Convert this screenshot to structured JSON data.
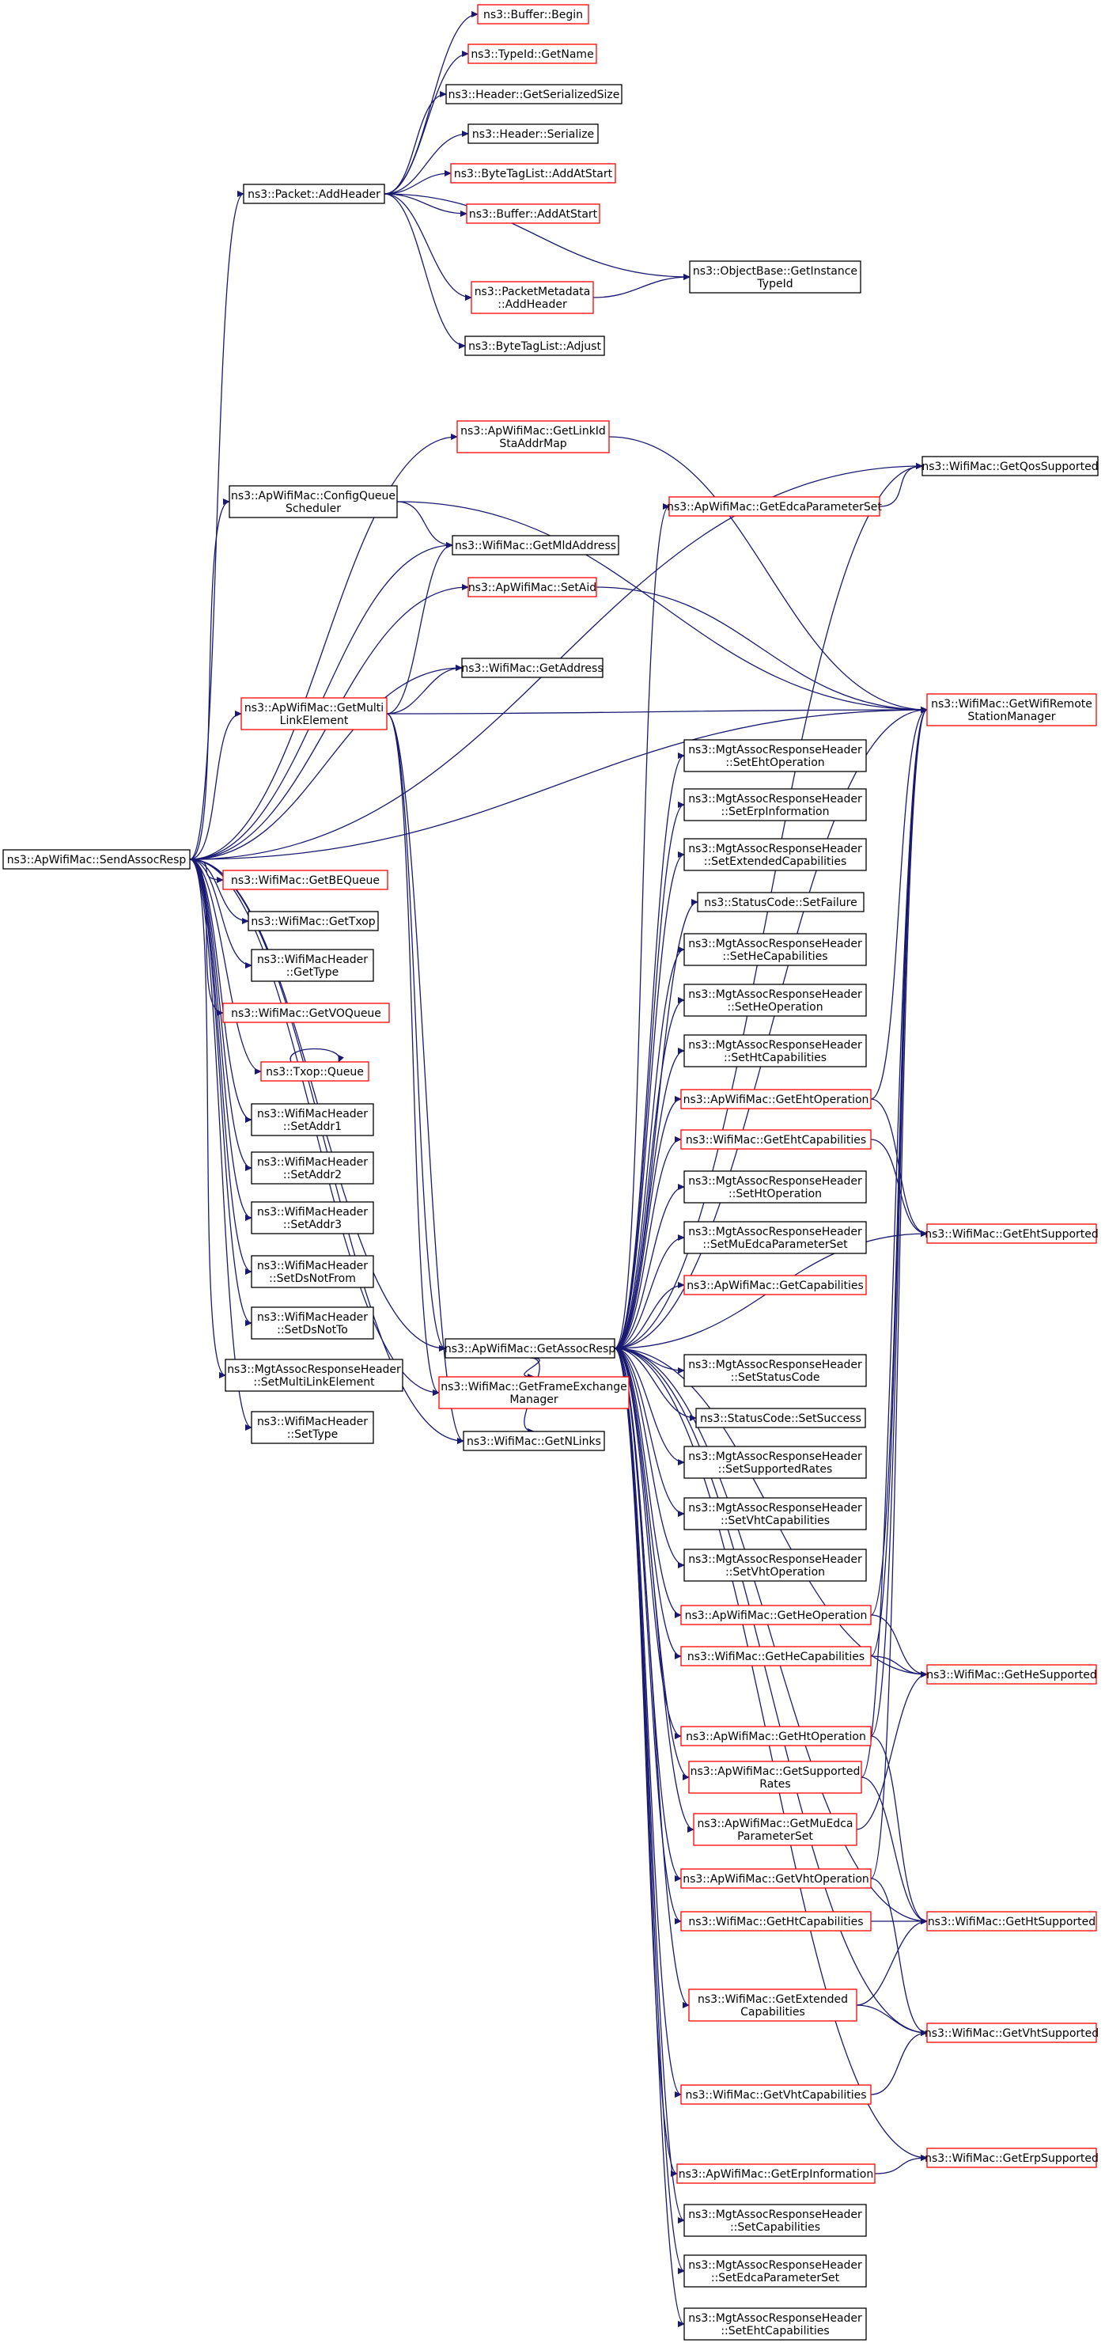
{
  "colors": {
    "edge": "#191970",
    "node_border_normal": "#000000",
    "node_border_red": "#ff0000",
    "node_fill_root": "#bfbfbf",
    "node_fill": "#ffffff"
  },
  "nodes": [
    {
      "id": "root",
      "kind": "root",
      "lines": [
        "ns3::ApWifiMac::SendAssocResp"
      ]
    },
    {
      "id": "addheader",
      "kind": "normal",
      "lines": [
        "ns3::Packet::AddHeader"
      ]
    },
    {
      "id": "bufbegin",
      "kind": "red",
      "lines": [
        "ns3::Buffer::Begin"
      ]
    },
    {
      "id": "typeidname",
      "kind": "red",
      "lines": [
        "ns3::TypeId::GetName"
      ]
    },
    {
      "id": "hdrsersize",
      "kind": "normal",
      "lines": [
        "ns3::Header::GetSerializedSize"
      ]
    },
    {
      "id": "hdrser",
      "kind": "normal",
      "lines": [
        "ns3::Header::Serialize"
      ]
    },
    {
      "id": "btaddatstart",
      "kind": "red",
      "lines": [
        "ns3::ByteTagList::AddAtStart"
      ]
    },
    {
      "id": "bufaddatstart",
      "kind": "red",
      "lines": [
        "ns3::Buffer::AddAtStart"
      ]
    },
    {
      "id": "objgetinst",
      "kind": "normal",
      "lines": [
        "ns3::ObjectBase::GetInstance",
        "TypeId"
      ]
    },
    {
      "id": "pmaddheader",
      "kind": "red",
      "lines": [
        "ns3::PacketMetadata",
        "::AddHeader"
      ]
    },
    {
      "id": "btadjust",
      "kind": "normal",
      "lines": [
        "ns3::ByteTagList::Adjust"
      ]
    },
    {
      "id": "getlinkid",
      "kind": "red",
      "lines": [
        "ns3::ApWifiMac::GetLinkId",
        "StaAddrMap"
      ]
    },
    {
      "id": "qossup",
      "kind": "normal",
      "lines": [
        "ns3::WifiMac::GetQosSupported"
      ]
    },
    {
      "id": "cfgqueue",
      "kind": "normal",
      "lines": [
        "ns3::ApWifiMac::ConfigQueue",
        "Scheduler"
      ]
    },
    {
      "id": "edcaset",
      "kind": "red",
      "lines": [
        "ns3::ApWifiMac::GetEdcaParameterSet"
      ]
    },
    {
      "id": "mldaddr",
      "kind": "normal",
      "lines": [
        "ns3::WifiMac::GetMldAddress"
      ]
    },
    {
      "id": "setaid",
      "kind": "red",
      "lines": [
        "ns3::ApWifiMac::SetAid"
      ]
    },
    {
      "id": "getaddress",
      "kind": "normal",
      "lines": [
        "ns3::WifiMac::GetAddress"
      ]
    },
    {
      "id": "multilink",
      "kind": "red",
      "lines": [
        "ns3::ApWifiMac::GetMulti",
        "LinkElement"
      ]
    },
    {
      "id": "remotestation",
      "kind": "red",
      "lines": [
        "ns3::WifiMac::GetWifiRemote",
        "StationManager"
      ]
    },
    {
      "id": "setehtop",
      "kind": "normal",
      "lines": [
        "ns3::MgtAssocResponseHeader",
        "::SetEhtOperation"
      ]
    },
    {
      "id": "seterpinfo",
      "kind": "normal",
      "lines": [
        "ns3::MgtAssocResponseHeader",
        "::SetErpInformation"
      ]
    },
    {
      "id": "setextcap",
      "kind": "normal",
      "lines": [
        "ns3::MgtAssocResponseHeader",
        "::SetExtendedCapabilities"
      ]
    },
    {
      "id": "setfailure",
      "kind": "normal",
      "lines": [
        "ns3::StatusCode::SetFailure"
      ]
    },
    {
      "id": "sethecap",
      "kind": "normal",
      "lines": [
        "ns3::MgtAssocResponseHeader",
        "::SetHeCapabilities"
      ]
    },
    {
      "id": "setheop",
      "kind": "normal",
      "lines": [
        "ns3::MgtAssocResponseHeader",
        "::SetHeOperation"
      ]
    },
    {
      "id": "sethtcap",
      "kind": "normal",
      "lines": [
        "ns3::MgtAssocResponseHeader",
        "::SetHtCapabilities"
      ]
    },
    {
      "id": "getbequeue",
      "kind": "red",
      "lines": [
        "ns3::WifiMac::GetBEQueue"
      ]
    },
    {
      "id": "gettxop",
      "kind": "normal",
      "lines": [
        "ns3::WifiMac::GetTxop"
      ]
    },
    {
      "id": "gettype",
      "kind": "normal",
      "lines": [
        "ns3::WifiMacHeader",
        "::GetType"
      ]
    },
    {
      "id": "getvoqueue",
      "kind": "red",
      "lines": [
        "ns3::WifiMac::GetVOQueue"
      ]
    },
    {
      "id": "txopqueue",
      "kind": "red",
      "lines": [
        "ns3::Txop::Queue"
      ]
    },
    {
      "id": "setaddr1",
      "kind": "normal",
      "lines": [
        "ns3::WifiMacHeader",
        "::SetAddr1"
      ]
    },
    {
      "id": "setaddr2",
      "kind": "normal",
      "lines": [
        "ns3::WifiMacHeader",
        "::SetAddr2"
      ]
    },
    {
      "id": "setaddr3",
      "kind": "normal",
      "lines": [
        "ns3::WifiMacHeader",
        "::SetAddr3"
      ]
    },
    {
      "id": "setdsnotfrom",
      "kind": "normal",
      "lines": [
        "ns3::WifiMacHeader",
        "::SetDsNotFrom"
      ]
    },
    {
      "id": "setdsnotto",
      "kind": "normal",
      "lines": [
        "ns3::WifiMacHeader",
        "::SetDsNotTo"
      ]
    },
    {
      "id": "setmultilink",
      "kind": "normal",
      "lines": [
        "ns3::MgtAssocResponseHeader",
        "::SetMultiLinkElement"
      ]
    },
    {
      "id": "settype",
      "kind": "normal",
      "lines": [
        "ns3::WifiMacHeader",
        "::SetType"
      ]
    },
    {
      "id": "getehtop",
      "kind": "red",
      "lines": [
        "ns3::ApWifiMac::GetEhtOperation"
      ]
    },
    {
      "id": "getehtcap",
      "kind": "red",
      "lines": [
        "ns3::WifiMac::GetEhtCapabilities"
      ]
    },
    {
      "id": "ehtsup",
      "kind": "red",
      "lines": [
        "ns3::WifiMac::GetEhtSupported"
      ]
    },
    {
      "id": "sethtop",
      "kind": "normal",
      "lines": [
        "ns3::MgtAssocResponseHeader",
        "::SetHtOperation"
      ]
    },
    {
      "id": "setmuedca",
      "kind": "normal",
      "lines": [
        "ns3::MgtAssocResponseHeader",
        "::SetMuEdcaParameterSet"
      ]
    },
    {
      "id": "getcap",
      "kind": "red",
      "lines": [
        "ns3::ApWifiMac::GetCapabilities"
      ]
    },
    {
      "id": "assocresp",
      "kind": "normal",
      "lines": [
        "ns3::ApWifiMac::GetAssocResp"
      ]
    },
    {
      "id": "fem",
      "kind": "red",
      "lines": [
        "ns3::WifiMac::GetFrameExchange",
        "Manager"
      ]
    },
    {
      "id": "getnlinks",
      "kind": "normal",
      "lines": [
        "ns3::WifiMac::GetNLinks"
      ]
    },
    {
      "id": "setstatuscode",
      "kind": "normal",
      "lines": [
        "ns3::MgtAssocResponseHeader",
        "::SetStatusCode"
      ]
    },
    {
      "id": "setsuccess",
      "kind": "normal",
      "lines": [
        "ns3::StatusCode::SetSuccess"
      ]
    },
    {
      "id": "setsuprates",
      "kind": "normal",
      "lines": [
        "ns3::MgtAssocResponseHeader",
        "::SetSupportedRates"
      ]
    },
    {
      "id": "setvhtcap",
      "kind": "normal",
      "lines": [
        "ns3::MgtAssocResponseHeader",
        "::SetVhtCapabilities"
      ]
    },
    {
      "id": "setvhtop",
      "kind": "normal",
      "lines": [
        "ns3::MgtAssocResponseHeader",
        "::SetVhtOperation"
      ]
    },
    {
      "id": "getheop",
      "kind": "red",
      "lines": [
        "ns3::ApWifiMac::GetHeOperation"
      ]
    },
    {
      "id": "gethecap",
      "kind": "red",
      "lines": [
        "ns3::WifiMac::GetHeCapabilities"
      ]
    },
    {
      "id": "hesup",
      "kind": "red",
      "lines": [
        "ns3::WifiMac::GetHeSupported"
      ]
    },
    {
      "id": "gethtop",
      "kind": "red",
      "lines": [
        "ns3::ApWifiMac::GetHtOperation"
      ]
    },
    {
      "id": "getsuprates",
      "kind": "red",
      "lines": [
        "ns3::ApWifiMac::GetSupported",
        "Rates"
      ]
    },
    {
      "id": "getmuedca",
      "kind": "red",
      "lines": [
        "ns3::ApWifiMac::GetMuEdca",
        "ParameterSet"
      ]
    },
    {
      "id": "getvhtop",
      "kind": "red",
      "lines": [
        "ns3::ApWifiMac::GetVhtOperation"
      ]
    },
    {
      "id": "gethtcap",
      "kind": "red",
      "lines": [
        "ns3::WifiMac::GetHtCapabilities"
      ]
    },
    {
      "id": "htsup",
      "kind": "red",
      "lines": [
        "ns3::WifiMac::GetHtSupported"
      ]
    },
    {
      "id": "getextcap",
      "kind": "red",
      "lines": [
        "ns3::WifiMac::GetExtended",
        "Capabilities"
      ]
    },
    {
      "id": "vhtsup",
      "kind": "red",
      "lines": [
        "ns3::WifiMac::GetVhtSupported"
      ]
    },
    {
      "id": "getvhtcap",
      "kind": "red",
      "lines": [
        "ns3::WifiMac::GetVhtCapabilities"
      ]
    },
    {
      "id": "erpsup",
      "kind": "red",
      "lines": [
        "ns3::WifiMac::GetErpSupported"
      ]
    },
    {
      "id": "geterpinfo",
      "kind": "red",
      "lines": [
        "ns3::ApWifiMac::GetErpInformation"
      ]
    },
    {
      "id": "setcap",
      "kind": "normal",
      "lines": [
        "ns3::MgtAssocResponseHeader",
        "::SetCapabilities"
      ]
    },
    {
      "id": "setedcaset",
      "kind": "normal",
      "lines": [
        "ns3::MgtAssocResponseHeader",
        "::SetEdcaParameterSet"
      ]
    },
    {
      "id": "setehtcap",
      "kind": "normal",
      "lines": [
        "ns3::MgtAssocResponseHeader",
        "::SetEhtCapabilities"
      ]
    }
  ],
  "edges": [
    [
      "root",
      "addheader"
    ],
    [
      "root",
      "getlinkid"
    ],
    [
      "root",
      "qossup"
    ],
    [
      "root",
      "cfgqueue"
    ],
    [
      "root",
      "mldaddr"
    ],
    [
      "root",
      "setaid"
    ],
    [
      "root",
      "getaddress"
    ],
    [
      "root",
      "remotestation"
    ],
    [
      "root",
      "multilink"
    ],
    [
      "root",
      "getbequeue"
    ],
    [
      "root",
      "gettxop"
    ],
    [
      "root",
      "gettype"
    ],
    [
      "root",
      "getvoqueue"
    ],
    [
      "root",
      "txopqueue"
    ],
    [
      "root",
      "setaddr1"
    ],
    [
      "root",
      "setaddr2"
    ],
    [
      "root",
      "setaddr3"
    ],
    [
      "root",
      "setdsnotfrom"
    ],
    [
      "root",
      "setdsnotto"
    ],
    [
      "root",
      "setmultilink"
    ],
    [
      "root",
      "settype"
    ],
    [
      "root",
      "assocresp"
    ],
    [
      "root",
      "fem"
    ],
    [
      "root",
      "getnlinks"
    ],
    [
      "addheader",
      "bufbegin"
    ],
    [
      "addheader",
      "typeidname"
    ],
    [
      "addheader",
      "hdrsersize"
    ],
    [
      "addheader",
      "hdrser"
    ],
    [
      "addheader",
      "btaddatstart"
    ],
    [
      "addheader",
      "bufaddatstart"
    ],
    [
      "addheader",
      "objgetinst"
    ],
    [
      "addheader",
      "pmaddheader"
    ],
    [
      "addheader",
      "btadjust"
    ],
    [
      "pmaddheader",
      "objgetinst"
    ],
    [
      "getlinkid",
      "remotestation"
    ],
    [
      "cfgqueue",
      "mldaddr"
    ],
    [
      "cfgqueue",
      "remotestation"
    ],
    [
      "setaid",
      "remotestation"
    ],
    [
      "edcaset",
      "qossup"
    ],
    [
      "multilink",
      "mldaddr"
    ],
    [
      "multilink",
      "getaddress"
    ],
    [
      "multilink",
      "remotestation"
    ],
    [
      "multilink",
      "assocresp"
    ],
    [
      "multilink",
      "fem"
    ],
    [
      "multilink",
      "getnlinks"
    ],
    [
      "txopqueue",
      "txopqueue"
    ],
    [
      "assocresp",
      "edcaset"
    ],
    [
      "assocresp",
      "qossup"
    ],
    [
      "assocresp",
      "setehtop"
    ],
    [
      "assocresp",
      "seterpinfo"
    ],
    [
      "assocresp",
      "setextcap"
    ],
    [
      "assocresp",
      "setfailure"
    ],
    [
      "assocresp",
      "sethecap"
    ],
    [
      "assocresp",
      "setheop"
    ],
    [
      "assocresp",
      "sethtcap"
    ],
    [
      "assocresp",
      "getehtop"
    ],
    [
      "assocresp",
      "getehtcap"
    ],
    [
      "assocresp",
      "sethtop"
    ],
    [
      "assocresp",
      "setmuedca"
    ],
    [
      "assocresp",
      "getcap"
    ],
    [
      "assocresp",
      "ehtsup"
    ],
    [
      "assocresp",
      "remotestation"
    ],
    [
      "assocresp",
      "setstatuscode"
    ],
    [
      "assocresp",
      "setsuccess"
    ],
    [
      "assocresp",
      "setsuprates"
    ],
    [
      "assocresp",
      "setvhtcap"
    ],
    [
      "assocresp",
      "setvhtop"
    ],
    [
      "assocresp",
      "getheop"
    ],
    [
      "assocresp",
      "gethecap"
    ],
    [
      "assocresp",
      "hesup"
    ],
    [
      "assocresp",
      "gethtop"
    ],
    [
      "assocresp",
      "getsuprates"
    ],
    [
      "assocresp",
      "getmuedca"
    ],
    [
      "assocresp",
      "getvhtop"
    ],
    [
      "assocresp",
      "gethtcap"
    ],
    [
      "assocresp",
      "htsup"
    ],
    [
      "assocresp",
      "getextcap"
    ],
    [
      "assocresp",
      "vhtsup"
    ],
    [
      "assocresp",
      "getvhtcap"
    ],
    [
      "assocresp",
      "erpsup"
    ],
    [
      "assocresp",
      "geterpinfo"
    ],
    [
      "assocresp",
      "setcap"
    ],
    [
      "assocresp",
      "setedcaset"
    ],
    [
      "assocresp",
      "setehtcap"
    ],
    [
      "assocresp",
      "fem"
    ],
    [
      "assocresp",
      "getnlinks"
    ],
    [
      "getehtop",
      "remotestation"
    ],
    [
      "getehtop",
      "ehtsup"
    ],
    [
      "getehtcap",
      "ehtsup"
    ],
    [
      "getheop",
      "remotestation"
    ],
    [
      "getheop",
      "hesup"
    ],
    [
      "gethecap",
      "hesup"
    ],
    [
      "gethecap",
      "remotestation"
    ],
    [
      "gethtop",
      "remotestation"
    ],
    [
      "gethtop",
      "htsup"
    ],
    [
      "getsuprates",
      "remotestation"
    ],
    [
      "getsuprates",
      "htsup"
    ],
    [
      "getmuedca",
      "hesup"
    ],
    [
      "getvhtop",
      "remotestation"
    ],
    [
      "getvhtop",
      "vhtsup"
    ],
    [
      "gethtcap",
      "htsup"
    ],
    [
      "getextcap",
      "htsup"
    ],
    [
      "getextcap",
      "vhtsup"
    ],
    [
      "getvhtcap",
      "vhtsup"
    ],
    [
      "geterpinfo",
      "erpsup"
    ]
  ]
}
